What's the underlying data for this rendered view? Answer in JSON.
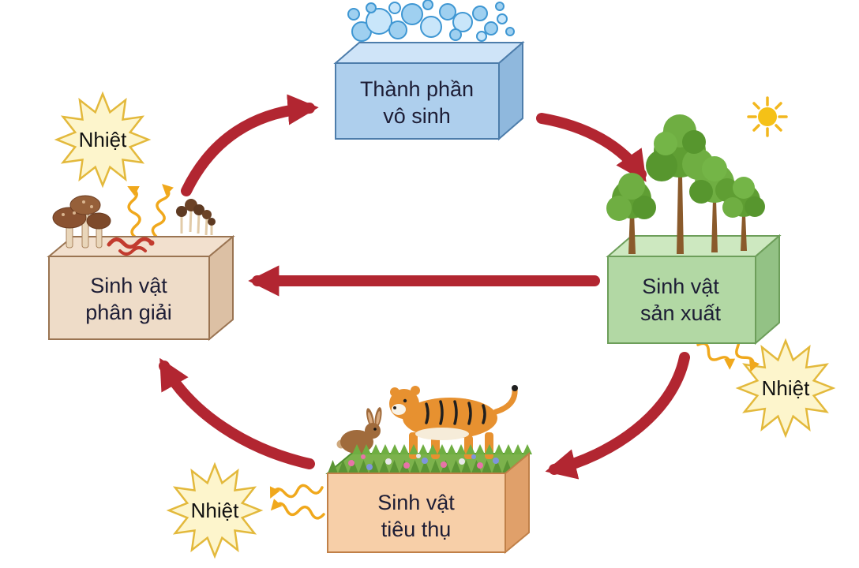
{
  "diagram": {
    "nodes": {
      "abiotic": {
        "line1": "Thành phần",
        "line2": "vô sinh"
      },
      "producers": {
        "line1": "Sinh vật",
        "line2": "sản xuất"
      },
      "consumers": {
        "line1": "Sinh vật",
        "line2": "tiêu thụ"
      },
      "decomposers": {
        "line1": "Sinh vật",
        "line2": "phân giải"
      }
    },
    "heat": {
      "near_decomposers": "Nhiệt",
      "near_producers": "Nhiệt",
      "near_consumers": "Nhiệt"
    },
    "colors": {
      "arrow": "#b22631",
      "heat_wave": "#f0a81c",
      "heat_star_fill": "#fdf5cc",
      "heat_star_stroke": "#e3b93c",
      "abiotic_box": "#aecfed",
      "producers_box": "#b2d8a4",
      "consumers_box": "#f7cfa8",
      "decomposers_box": "#eedcc8",
      "label_text": "#1d1d35"
    }
  }
}
